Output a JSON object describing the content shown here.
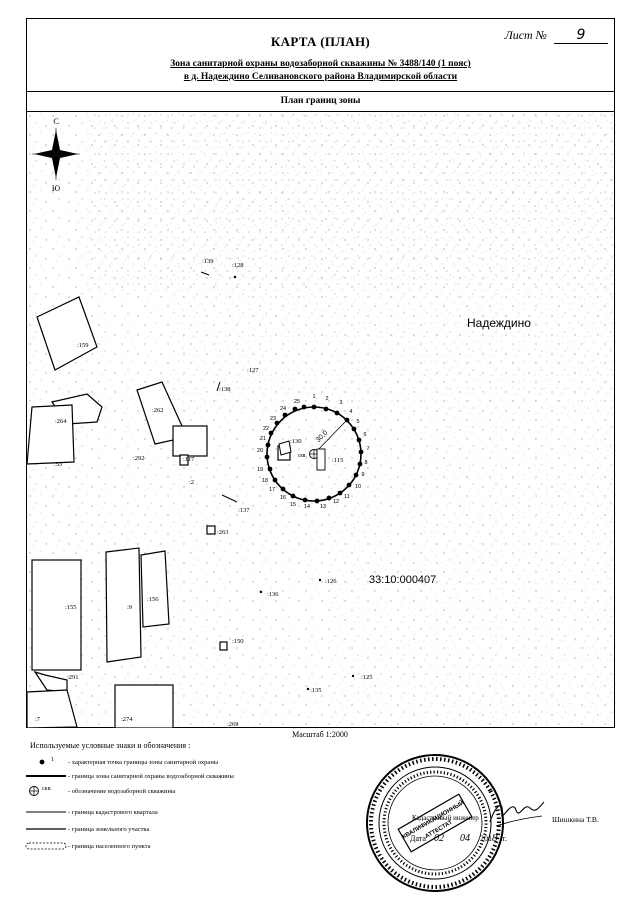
{
  "document": {
    "title": "КАРТА (ПЛАН)",
    "sheet_label": "Лист №",
    "sheet_number": "9",
    "subtitle_line1": "Зона санитарной охраны водозаборной скважины  № 3488/140 (1 пояс)",
    "subtitle_line2": "в д. Надеждино  Селивановского района Владимирской области",
    "plan_title": "План границ зоны"
  },
  "map": {
    "compass_north": "С",
    "compass_south": "Ю",
    "settlement": "Надеждино",
    "cadastral_quarter": "33:10:000407",
    "radius_label": "30,0",
    "well_label": "скв.",
    "parcels": [
      ":139",
      ":128",
      ":159",
      ":127",
      ":138",
      ":264",
      ":262",
      ":53",
      ":292",
      ":117",
      ":2",
      ":130",
      ":115",
      ":137",
      ":263",
      ":126",
      ":155",
      ":9",
      ":156",
      ":136",
      ":150",
      ":291",
      ":125",
      ":135",
      ":7",
      ":274",
      ":269"
    ],
    "boundary_points": [
      "1",
      "2",
      "3",
      "4",
      "5",
      "6",
      "7",
      "8",
      "9",
      "10",
      "11",
      "12",
      "13",
      "14",
      "15",
      "16",
      "17",
      "18",
      "19",
      "20",
      "21",
      "22",
      "23",
      "24",
      "25"
    ]
  },
  "scale": "Масштаб 1:2000",
  "legend": {
    "title": "Используемые условные знаки и обозначения :",
    "items": [
      {
        "symbol_text": "1",
        "text": "- характерная точка границы зоны санитарной охраны"
      },
      {
        "text": "- граница зоны санитарной охраны водозаборной скважины"
      },
      {
        "symbol_text": "скв.",
        "text": "- обозначение водозаборной скважины"
      },
      {
        "text": "- граница кадастрового квартала"
      },
      {
        "text": "- граница земельного участка"
      },
      {
        "text": "- граница населенного пункта"
      }
    ]
  },
  "footer": {
    "executor_role": "Кадастровый инженер",
    "executor_name": "Шишкина Т.В.",
    "date_label": "Дата",
    "date_day": "02",
    "date_month": "04",
    "date_year_prefix": "201",
    "date_year_suffix": "8",
    "date_suffix": "г."
  },
  "stamp": {
    "line1": "КВАЛИФИКАЦИОННЫЙ",
    "line2": "АТТЕСТАТ"
  }
}
